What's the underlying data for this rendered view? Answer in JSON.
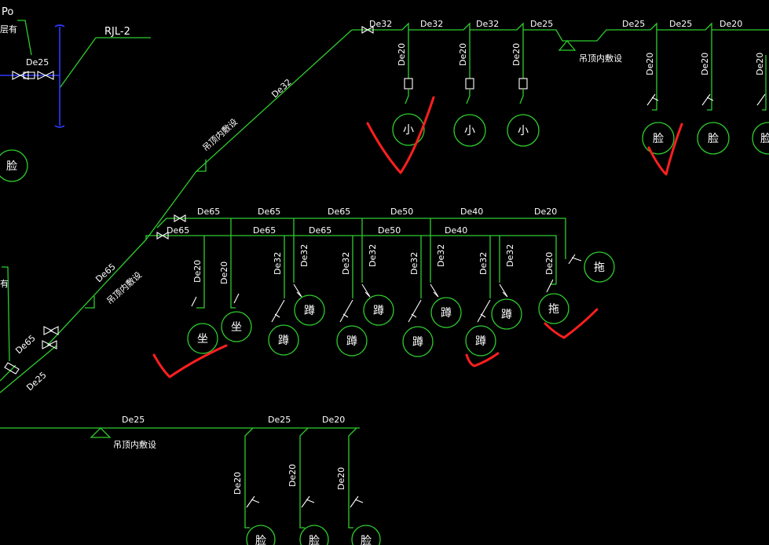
{
  "header": {
    "riser_tag": "RJL-2",
    "top_left_code": "Po",
    "top_left_note": "层有",
    "left_note_fragment": "有"
  },
  "pipe_sizes": {
    "de20": "De20",
    "de25": "De25",
    "de32": "De32",
    "de40": "De40",
    "de50": "De50",
    "de65": "De65"
  },
  "annotations": {
    "ceiling_laying": "吊顶内敷设"
  },
  "fixtures": {
    "urinal": "小",
    "washbasin": "脸",
    "toilet_seat": "坐",
    "squat_toilet": "蹲",
    "mop_sink": "拖"
  },
  "colors": {
    "background": "#000000",
    "pipe": "#2ecc2e",
    "riser": "#2f3bff",
    "text": "#ffffff",
    "markup": "#ff1f1f"
  }
}
